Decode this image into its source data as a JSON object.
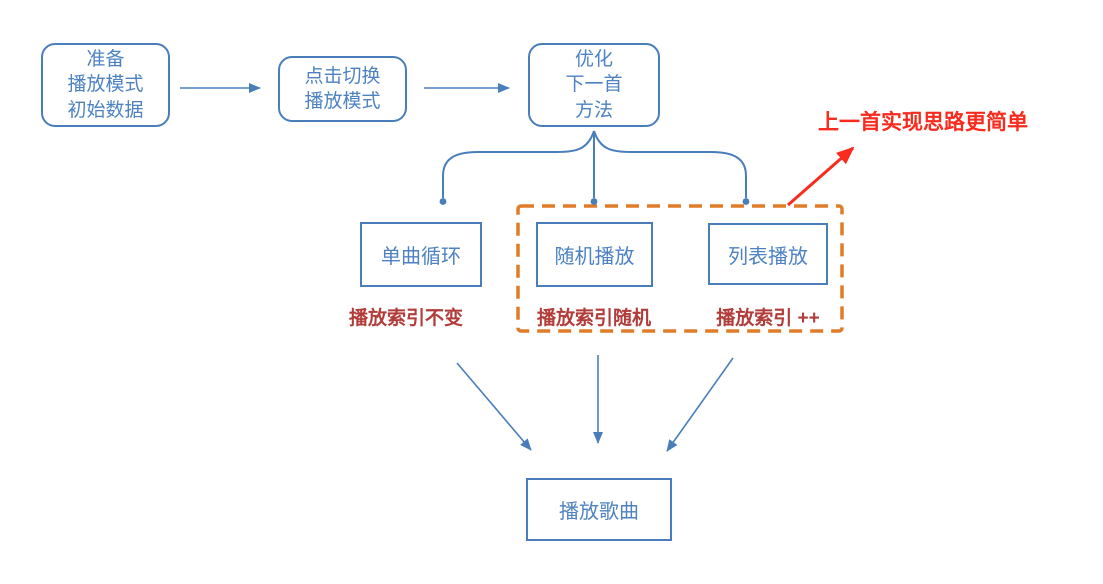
{
  "colors": {
    "blue": "#4a7ebb",
    "blue_text": "#4e82c2",
    "dark_red": "#b13c3a",
    "red": "#f92b1e",
    "orange": "#e07b28"
  },
  "nodes": {
    "prepare": {
      "lines": [
        "准备",
        "播放模式",
        "初始数据"
      ]
    },
    "toggle": {
      "lines": [
        "点击切换",
        "播放模式"
      ]
    },
    "optimize": {
      "lines": [
        "优化",
        "下一首",
        "方法"
      ]
    },
    "single_loop": {
      "label": "单曲循环"
    },
    "random_play": {
      "label": "随机播放"
    },
    "list_play": {
      "label": "列表播放"
    },
    "play_song": {
      "label": "播放歌曲"
    }
  },
  "notes": {
    "single_loop": "播放索引不变",
    "random_play": "播放索引随机",
    "list_play": "播放索引 ++"
  },
  "annotation": {
    "text": "上一首实现思路更简单"
  }
}
